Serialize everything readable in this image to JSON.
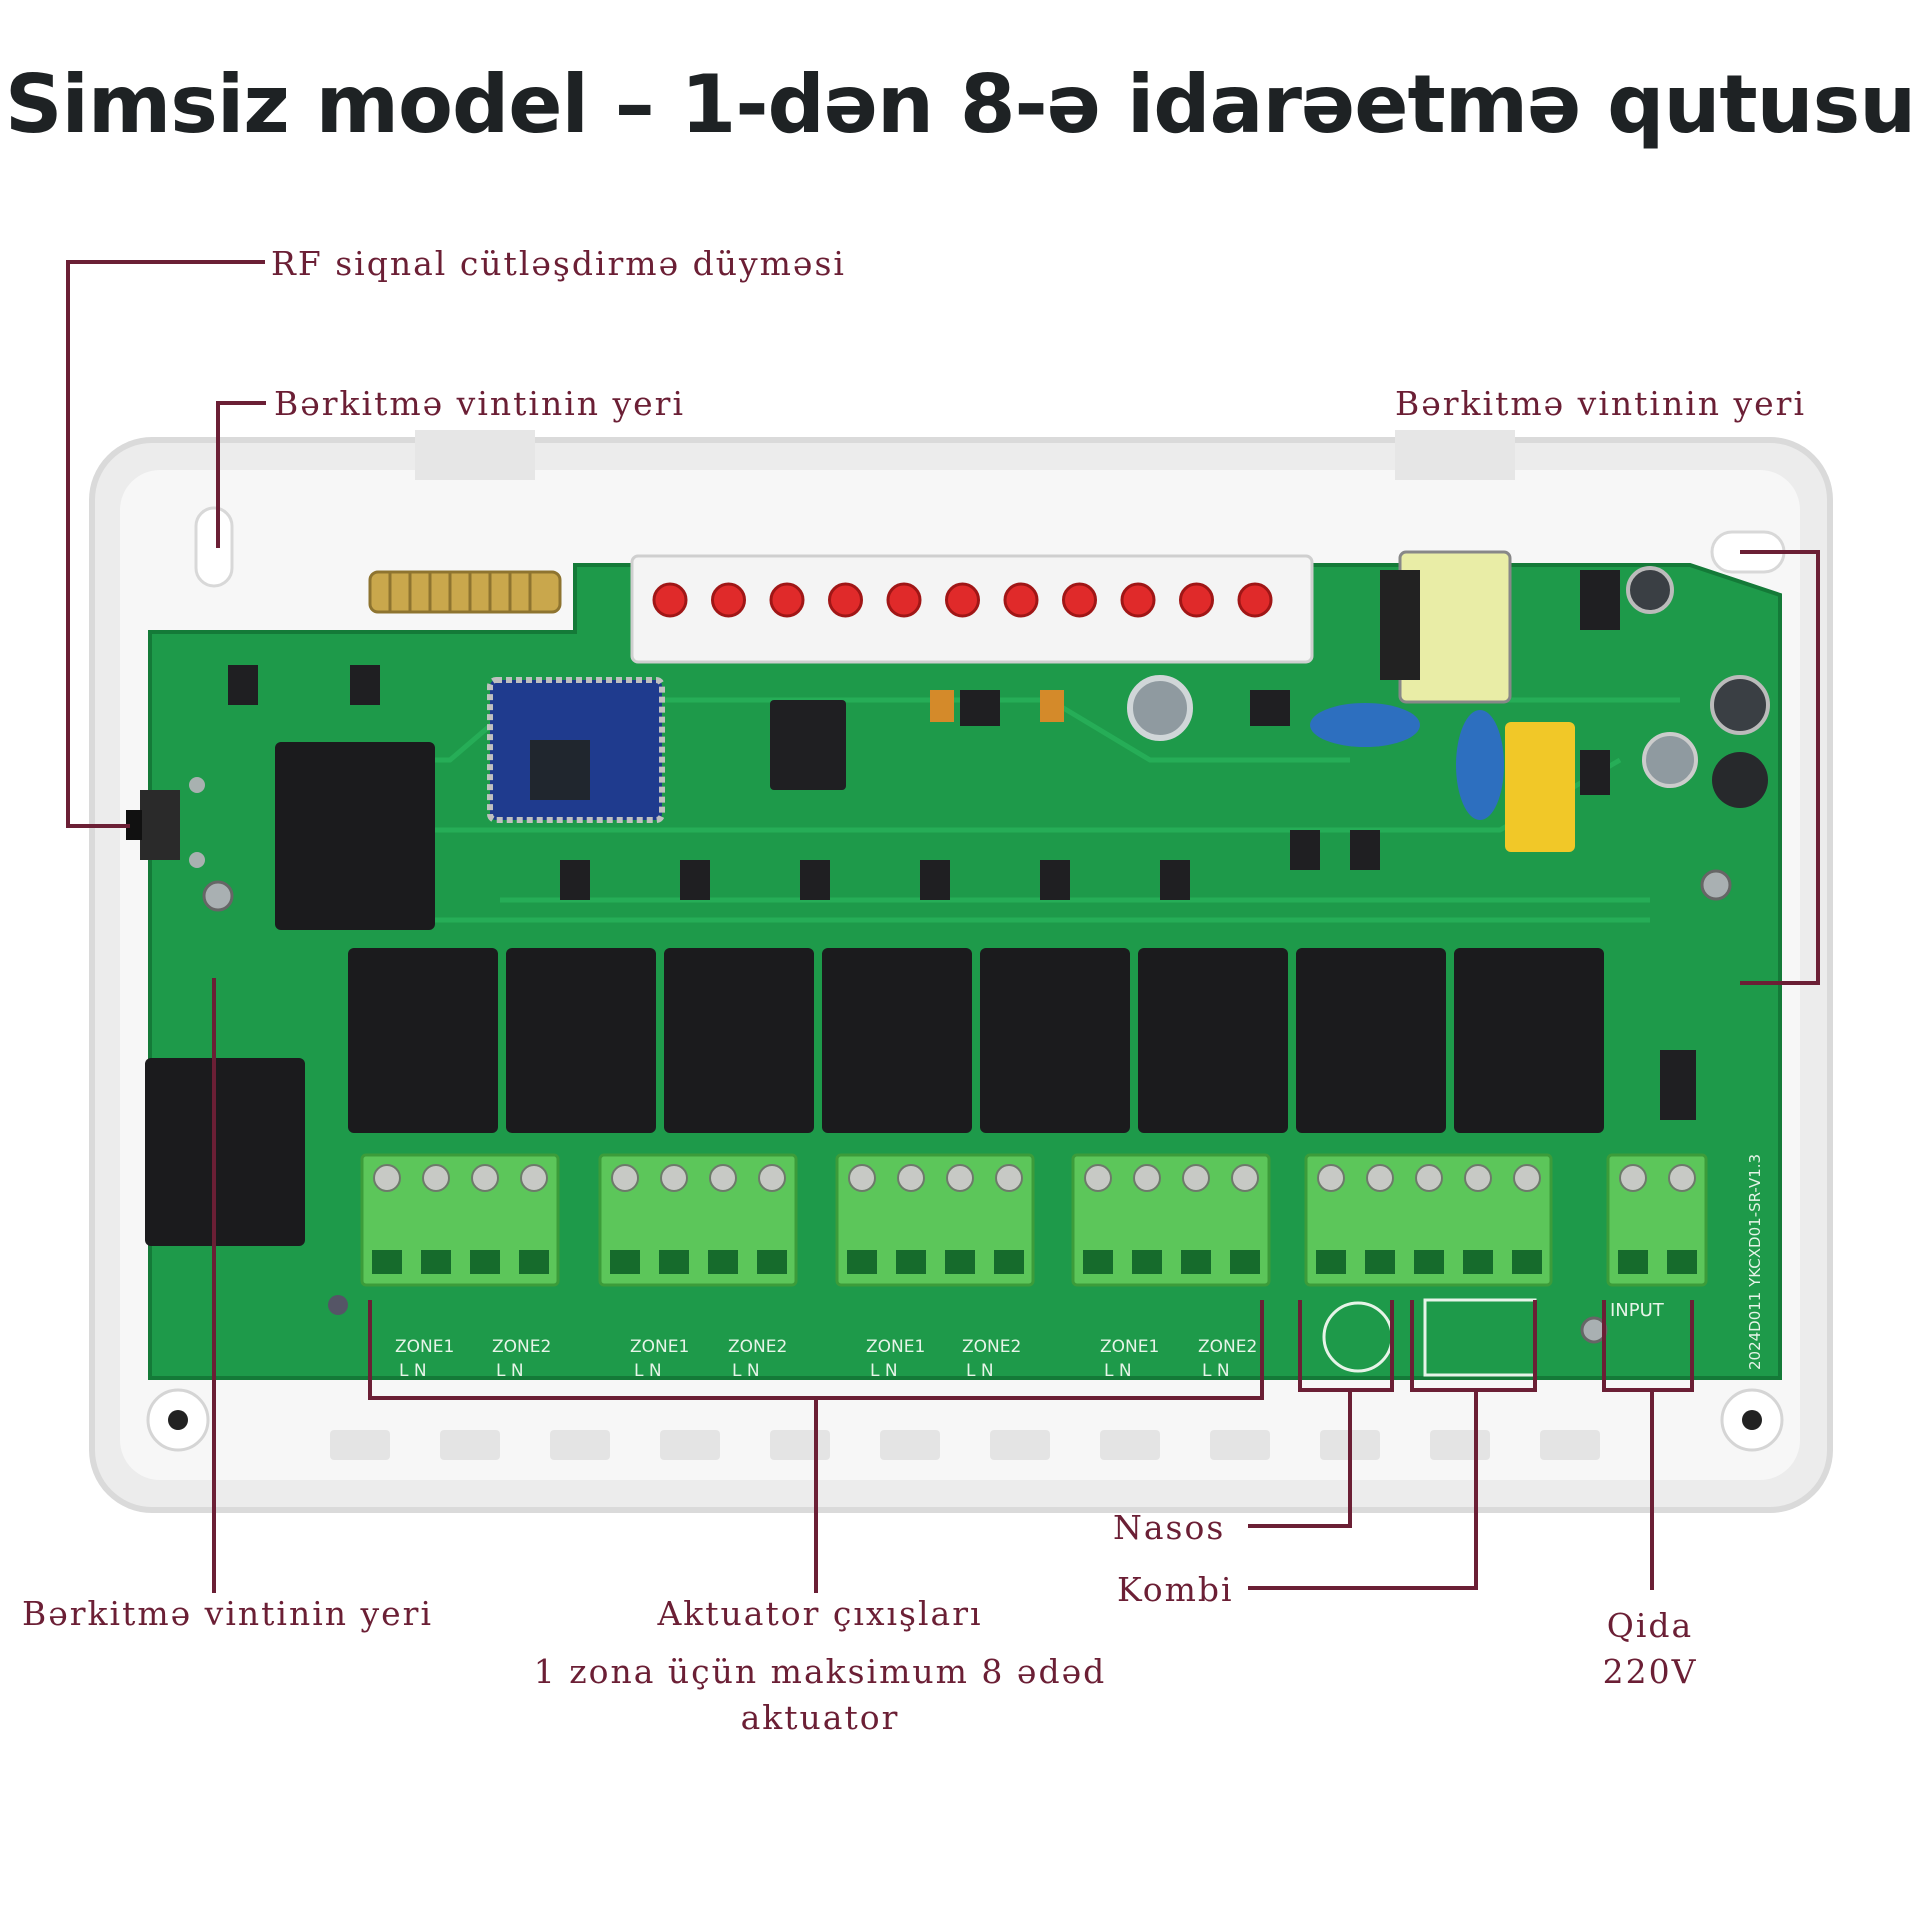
{
  "title": "Simsiz model – 1-dən 8-ə idarəetmə qutusu",
  "labels": {
    "rf_button": "RF siqnal cütləşdirmə düyməsi",
    "mount_top_left": "Bərkitmə vintinin yeri",
    "mount_top_right": "Bərkitmə vintinin yeri",
    "mount_bottom_left": "Bərkitmə vintinin yeri",
    "actuator_outputs": "Aktuator çıxışları",
    "actuator_note_1": "1 zona üçün maksimum 8 ədəd",
    "actuator_note_2": "aktuator",
    "pump": "Nasos",
    "boiler": "Kombi",
    "power_1": "Qida",
    "power_2": "220V"
  },
  "board": {
    "zone_labels": [
      "ZONE1",
      "ZONE2",
      "ZONE1",
      "ZONE2",
      "ZONE1",
      "ZONE2",
      "ZONE1",
      "ZONE2"
    ],
    "terminal_text": "L  N",
    "input_label": "INPUT",
    "serial_text": "2024D011 YKCXD01-SR-V1.3",
    "led_count": 11,
    "relay_count": 8
  },
  "colors": {
    "callout": "#6b1f35",
    "pcb": "#1e9a4a",
    "terminal": "#5cc65a",
    "relay": "#1b1b1d",
    "led": "#e02a2a",
    "enclosure": "#f2f2f2"
  }
}
